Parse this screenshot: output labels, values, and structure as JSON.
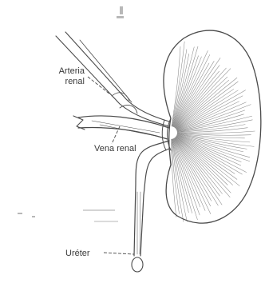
{
  "labels": {
    "arteria_renal_line1": "Arteria",
    "arteria_renal_line2": "renal",
    "vena_renal": "Vena renal",
    "ureter": "Uréter"
  }
}
